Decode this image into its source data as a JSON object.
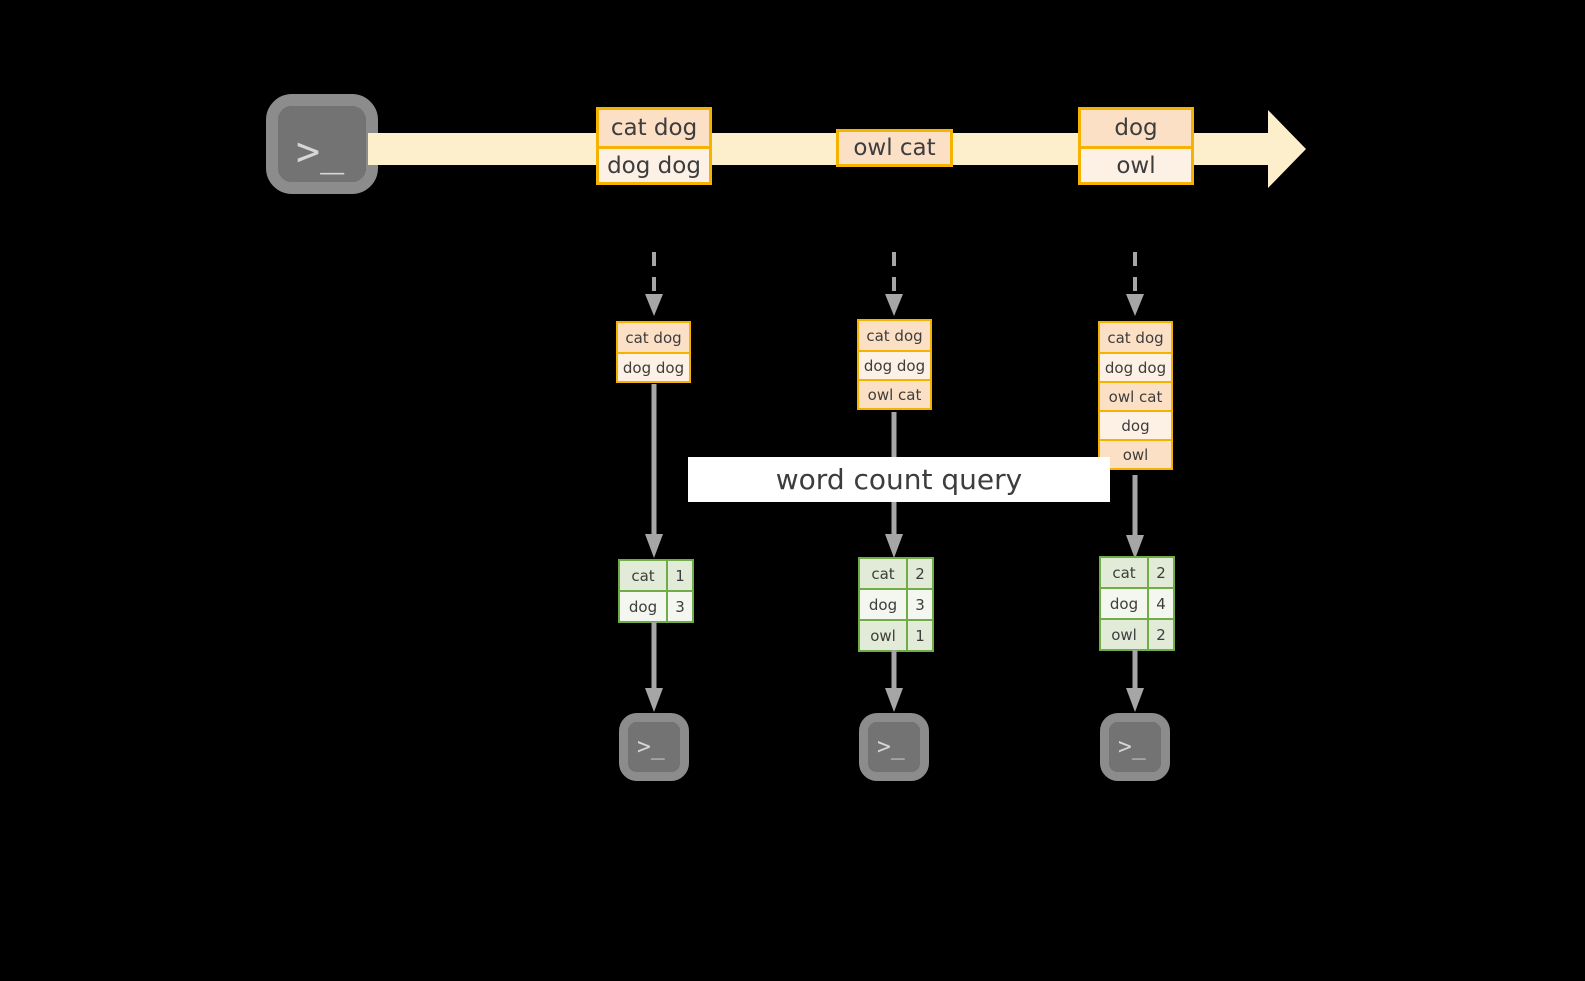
{
  "diagram": {
    "title": "word count streaming diagram",
    "colors": {
      "background": "#000000",
      "event_border": "#f6b200",
      "event_fill_dark": "#fbe0c6",
      "event_fill_light": "#fdf1e6",
      "stream_arrow": "#fdefcc",
      "result_border": "#70ad47",
      "result_fill_dark": "#e2ebd7",
      "result_fill_light": "#f3f7ef",
      "arrow_gray": "#a6a6a6",
      "terminal_gray": "#737373",
      "text": "#3d3d3d"
    },
    "query_label": "word count query",
    "source_terminal": {
      "icon": "terminal-icon",
      "glyph": ">_"
    },
    "stream_events": [
      {
        "id": "batch-1",
        "rows": [
          "cat dog",
          "dog dog"
        ]
      },
      {
        "id": "batch-2",
        "rows": [
          "owl cat"
        ]
      },
      {
        "id": "batch-3",
        "rows": [
          "dog",
          "owl"
        ]
      }
    ],
    "state_tables": [
      {
        "id": "state-1",
        "rows": [
          "cat dog",
          "dog dog"
        ]
      },
      {
        "id": "state-2",
        "rows": [
          "cat dog",
          "dog dog",
          "owl cat"
        ]
      },
      {
        "id": "state-3",
        "rows": [
          "cat dog",
          "dog dog",
          "owl cat",
          "dog",
          "owl"
        ]
      }
    ],
    "result_tables": [
      {
        "id": "result-1",
        "rows": [
          {
            "word": "cat",
            "count": "1"
          },
          {
            "word": "dog",
            "count": "3"
          }
        ]
      },
      {
        "id": "result-2",
        "rows": [
          {
            "word": "cat",
            "count": "2"
          },
          {
            "word": "dog",
            "count": "3"
          },
          {
            "word": "owl",
            "count": "1"
          }
        ]
      },
      {
        "id": "result-3",
        "rows": [
          {
            "word": "cat",
            "count": "2"
          },
          {
            "word": "dog",
            "count": "4"
          },
          {
            "word": "owl",
            "count": "2"
          }
        ]
      }
    ],
    "sink_terminals": [
      {
        "icon": "terminal-icon",
        "glyph": ">_"
      },
      {
        "icon": "terminal-icon",
        "glyph": ">_"
      },
      {
        "icon": "terminal-icon",
        "glyph": ">_"
      }
    ]
  }
}
